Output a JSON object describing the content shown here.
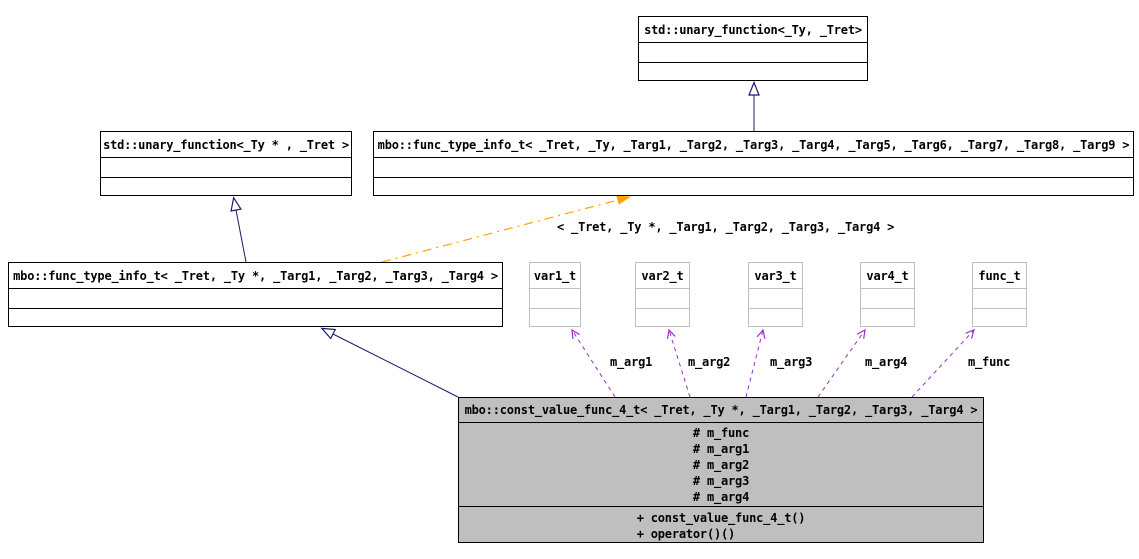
{
  "diagram": {
    "type": "uml-class-collaboration-diagram",
    "boxes": {
      "std_unary_function": {
        "title": "std::unary_function<_Ty, _Tret>"
      },
      "std_unary_function_ptr": {
        "title": "std::unary_function<_Ty * , _Tret >"
      },
      "func_type_info_t_9args": {
        "title": "mbo::func_type_info_t< _Tret, _Ty, _Targ1, _Targ2, _Targ3, _Targ4, _Targ5, _Targ6, _Targ7, _Targ8, _Targ9 >"
      },
      "func_type_info_t_4args": {
        "title": "mbo::func_type_info_t< _Tret, _Ty *, _Targ1, _Targ2, _Targ3, _Targ4 >"
      },
      "var1_t": {
        "title": "var1_t"
      },
      "var2_t": {
        "title": "var2_t"
      },
      "var3_t": {
        "title": "var3_t"
      },
      "var4_t": {
        "title": "var4_t"
      },
      "func_t": {
        "title": "func_t"
      },
      "const_value_func_4_t": {
        "title": "mbo::const_value_func_4_t< _Tret, _Ty *, _Targ1, _Targ2, _Targ3, _Targ4 >",
        "members": [
          "# m_func",
          "# m_arg1",
          "# m_arg2",
          "# m_arg3",
          "# m_arg4"
        ],
        "methods": [
          "+ const_value_func_4_t()",
          "+ operator()()"
        ]
      }
    },
    "edge_labels": {
      "template_instantiation": "< _Tret, _Ty *, _Targ1, _Targ2, _Targ3, _Targ4 >",
      "m_arg1": "m_arg1",
      "m_arg2": "m_arg2",
      "m_arg3": "m_arg3",
      "m_arg4": "m_arg4",
      "m_func": "m_func"
    },
    "colors": {
      "inheritance_edge": "#191970",
      "template_edge": "#ffa500",
      "member_edge": "#9932cc",
      "node_fill": "#ffffff",
      "selected_node_fill": "#bfbfbf",
      "node_border": "#000000",
      "external_node_border": "#c0c0c0",
      "text": "#000000"
    }
  }
}
